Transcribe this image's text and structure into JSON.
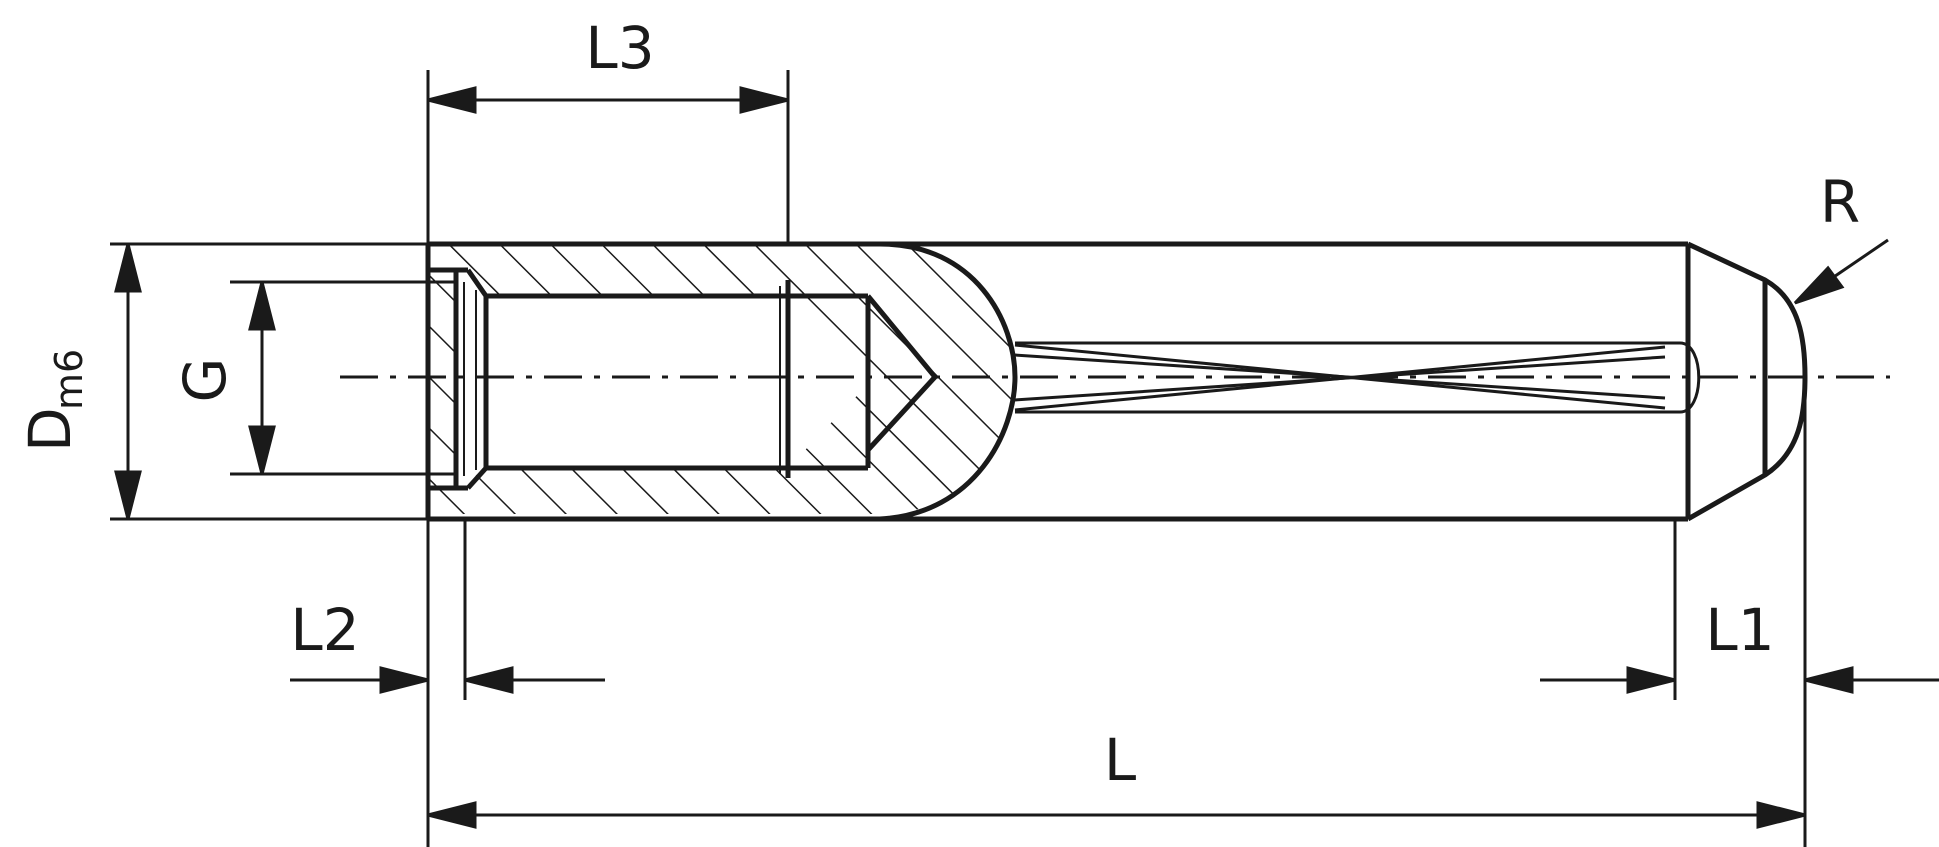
{
  "diagram": {
    "labels": {
      "L3": "L3",
      "R": "R",
      "D": "D",
      "m6": "m6",
      "G": "G",
      "L2": "L2",
      "L1": "L1",
      "L": "L"
    },
    "colors": {
      "line": "#1a1a1a",
      "background": "#ffffff"
    }
  }
}
